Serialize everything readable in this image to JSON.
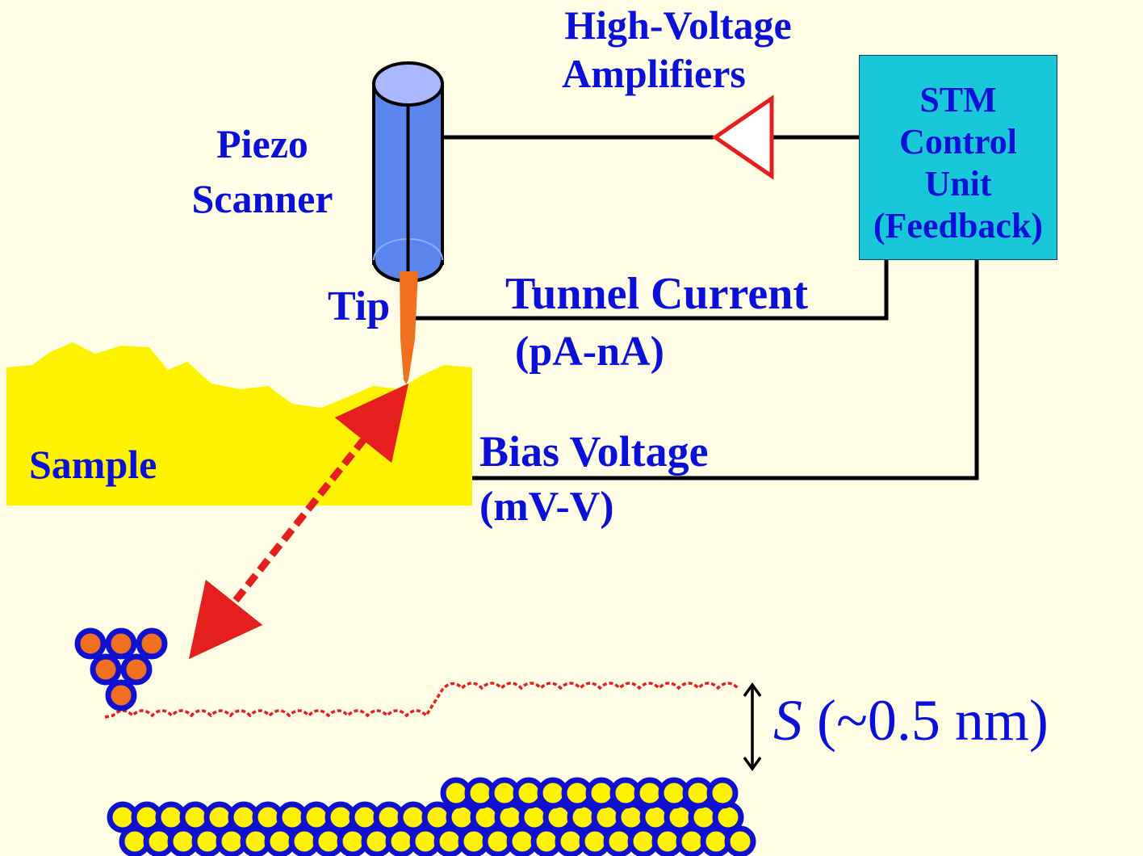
{
  "labels": {
    "amplifier_line1": "High-Voltage",
    "amplifier_line2": "Amplifiers",
    "piezo_line1": "Piezo",
    "piezo_line2": "Scanner",
    "tip": "Tip",
    "tunnel_current": "Tunnel Current",
    "tunnel_current_range": "(pA-nA)",
    "bias_voltage": "Bias Voltage",
    "bias_voltage_range": "(mV-V)",
    "sample": "Sample",
    "control_unit_lines": [
      "STM",
      "Control",
      "Unit",
      "(Feedback)"
    ],
    "gap_symbol": "S",
    "gap_value": " (~0.5 nm)"
  },
  "colors": {
    "background": "#fffde6",
    "label_text": "#0a10d8",
    "control_unit_fill": "#19c8d8",
    "piezo_fill": "#5b86ee",
    "tip": "#f07020",
    "sample": "#fff200",
    "amplifier": "#e51e1e",
    "scan_path": "#e51e1e",
    "wire": "#000000",
    "atom_outline": "#1010d0",
    "tip_atom_fill": "#f07020",
    "sample_atom_fill": "#fff200"
  }
}
